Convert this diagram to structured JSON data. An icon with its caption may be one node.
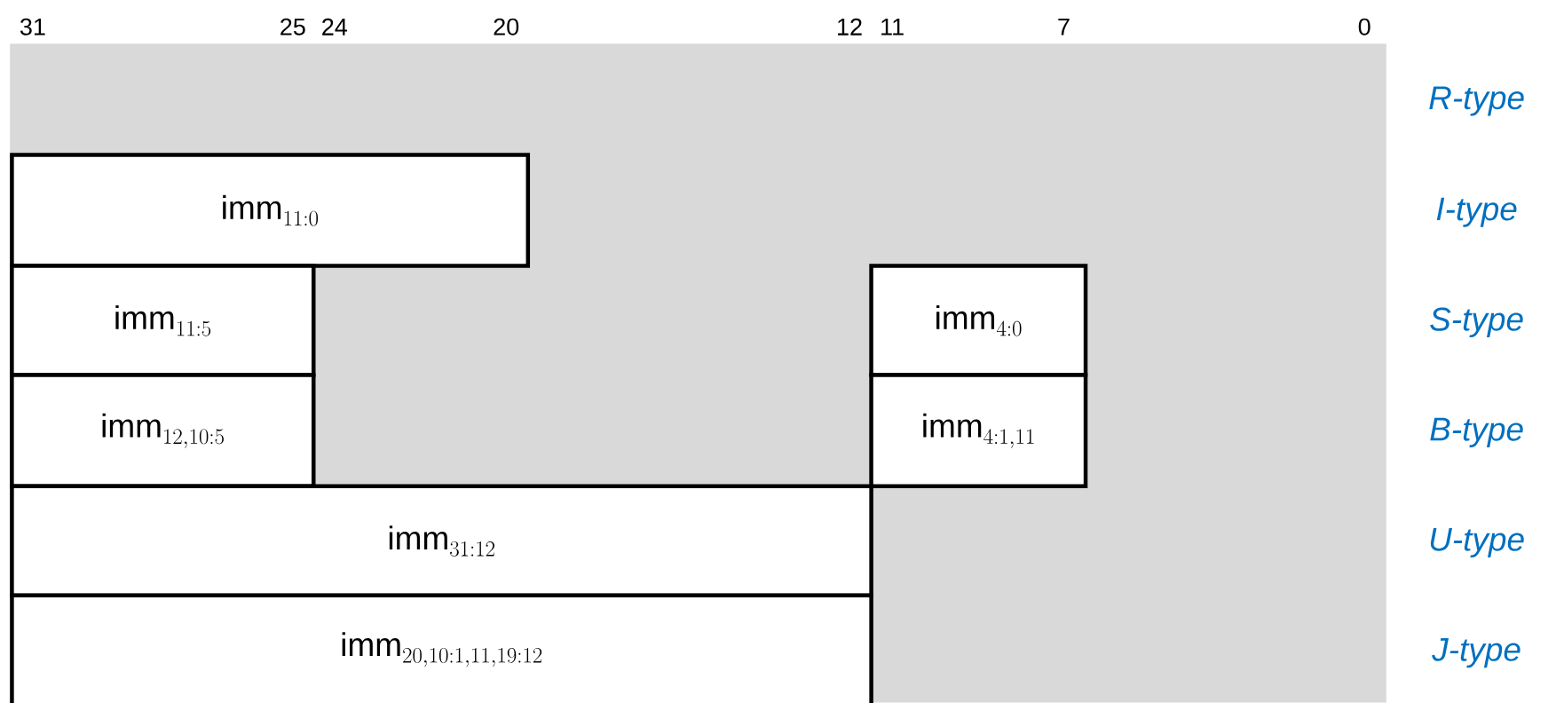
{
  "diagram": {
    "nodes": [
      {
        "text": [
          "\\mathrm{imm}_{11:0}"
        ]
      },
      {
        "text": [
          "\\mathrm{imm}_{11:5}"
        ]
      },
      {
        "text": [
          "\\mathrm{imm}_{4:0}"
        ]
      },
      {
        "text": [
          "\\mathrm{imm}_{12,10:5}"
        ]
      },
      {
        "text": [
          "\\mathrm{imm}_{4:1,11}"
        ]
      },
      {
        "text": [
          "\\mathrm{imm}_{31:12}"
        ]
      },
      {
        "text": [
          "\\mathrm{imm}_{20,10:1,11,19:12}"
        ]
      }
    ],
    "labels": [
      "31",
      "25",
      "24",
      "20",
      "12",
      "11",
      "7",
      "0",
      "R-type",
      "I-type",
      "S-type",
      "B-type",
      "U-type",
      "J-type"
    ]
  }
}
